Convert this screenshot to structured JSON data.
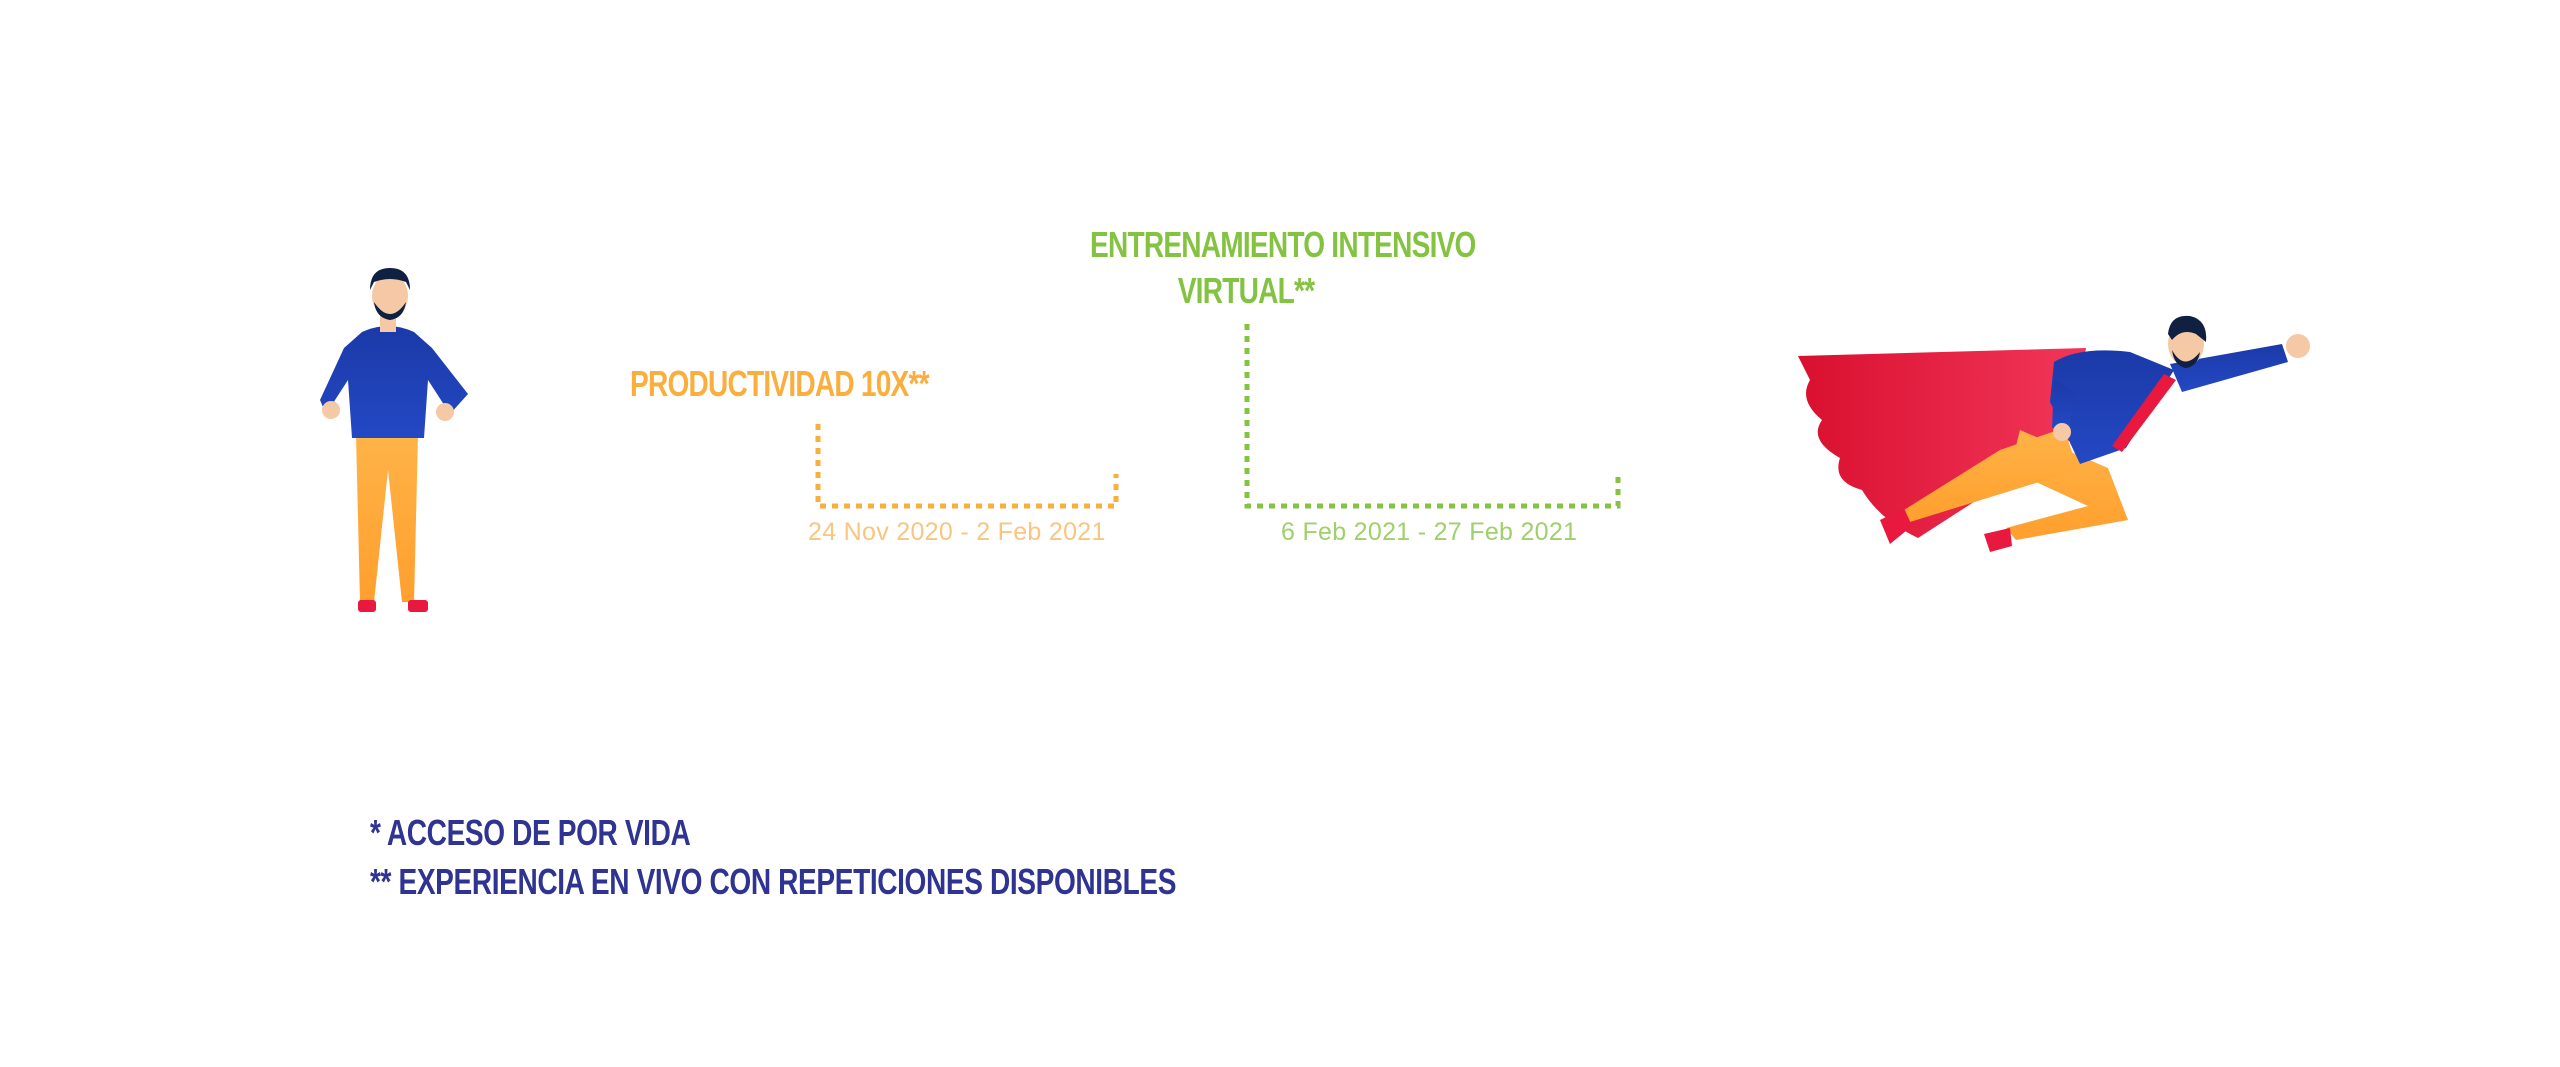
{
  "stages": [
    {
      "title_lines": [
        "PRODUCTIVIDAD 10X**"
      ],
      "dates": "24 Nov 2020 - 2 Feb 2021",
      "color": "#f9ae3d"
    },
    {
      "title_lines": [
        "ENTRENAMIENTO INTENSIVO",
        "VIRTUAL**"
      ],
      "dates": "6 Feb 2021 - 27 Feb 2021",
      "color": "#84c341"
    }
  ],
  "footnotes": [
    "* ACCESO DE POR VIDA",
    "** EXPERIENCIA EN VIVO CON REPETICIONES DISPONIBLES"
  ],
  "illustrations": {
    "start": "standing-man-icon",
    "end": "flying-superhero-icon"
  },
  "colors": {
    "footnote": "#2f3391",
    "shirt": "#1f3da5",
    "pants": "#ffac3a",
    "cape": "#e8183f"
  }
}
